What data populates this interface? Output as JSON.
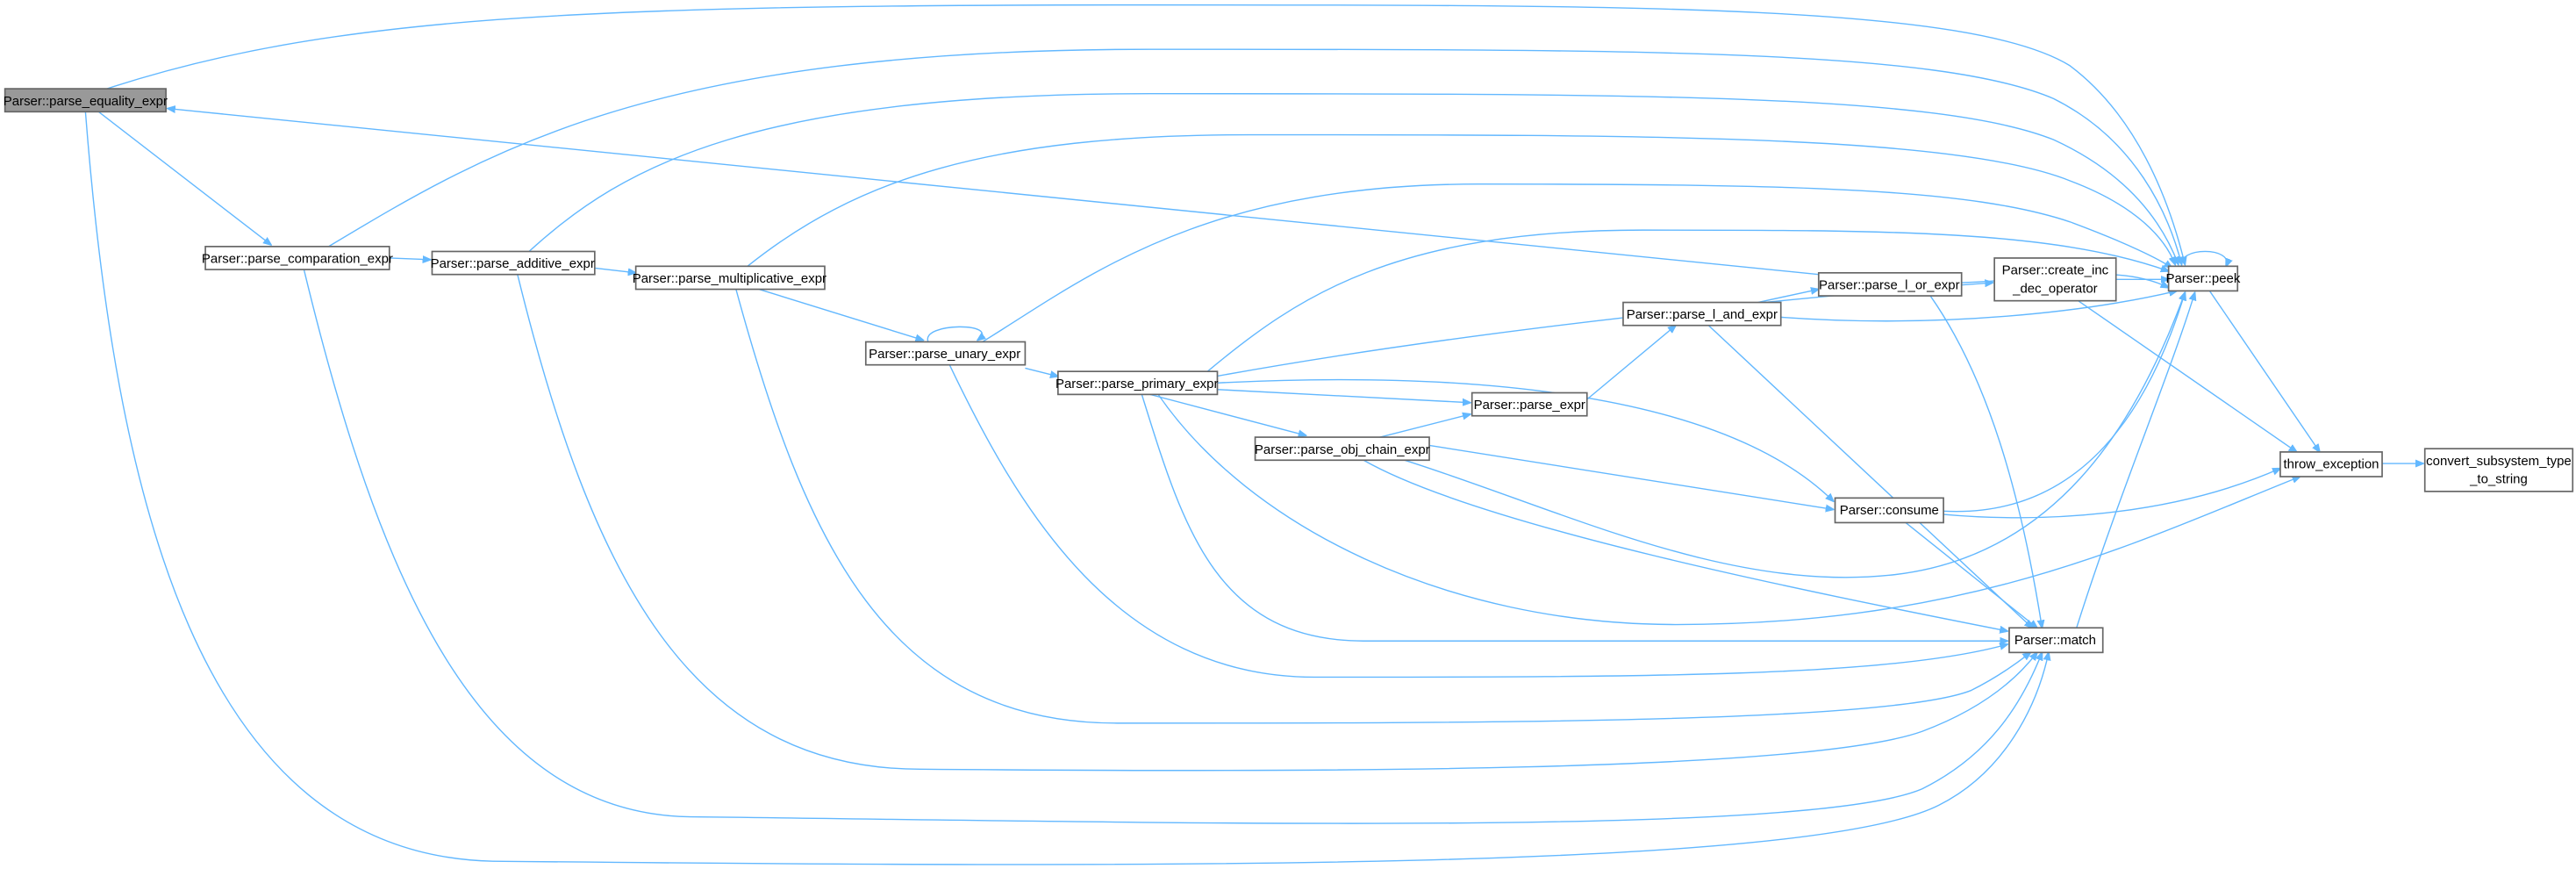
{
  "graph": {
    "type": "call-graph",
    "edge_color": "#63b8ff",
    "current_node_fill": "#999999",
    "nodes": {
      "equality": "Parser::parse_equality_expr",
      "comparation": "Parser::parse_comparation_expr",
      "additive": "Parser::parse_additive_expr",
      "multiplicative": "Parser::parse_multiplicative_expr",
      "unary": "Parser::parse_unary_expr",
      "primary": "Parser::parse_primary_expr",
      "expr": "Parser::parse_expr",
      "obj_chain": "Parser::parse_obj_chain_expr",
      "l_and": "Parser::parse_l_and_expr",
      "l_or": "Parser::parse_l_or_expr",
      "create_inc_1": "Parser::create_inc",
      "create_inc_2": "_dec_operator",
      "consume": "Parser::consume",
      "peek": "Parser::peek",
      "match": "Parser::match",
      "throw_exception": "throw_exception",
      "convert_1": "convert_subsystem_type",
      "convert_2": "_to_string"
    }
  }
}
